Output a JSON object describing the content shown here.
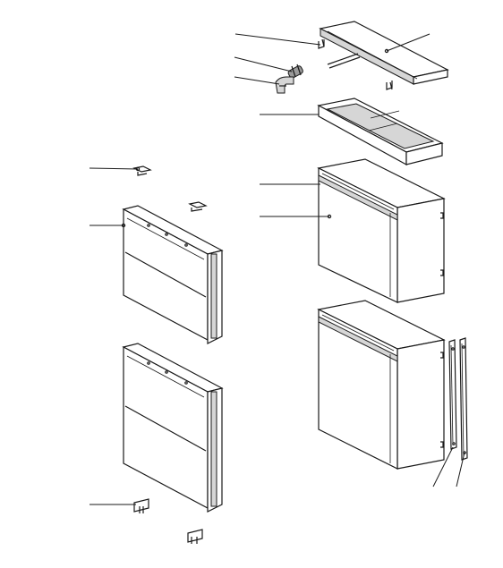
{
  "figure": {
    "type": "exploded-assembly-drawing",
    "callout_leader_count": 12,
    "colors": {
      "line": "#1a1a1a",
      "background": "#ffffff",
      "shading": "#d6d6d6"
    },
    "parts": [
      "top-cover",
      "cover-clip",
      "hose-fitting",
      "pipe-elbow",
      "drain-tray",
      "upper-cabinet",
      "lower-cabinet",
      "side-strip",
      "upper-front-panel",
      "lower-front-panel",
      "panel-clip",
      "bottom-bracket"
    ]
  }
}
